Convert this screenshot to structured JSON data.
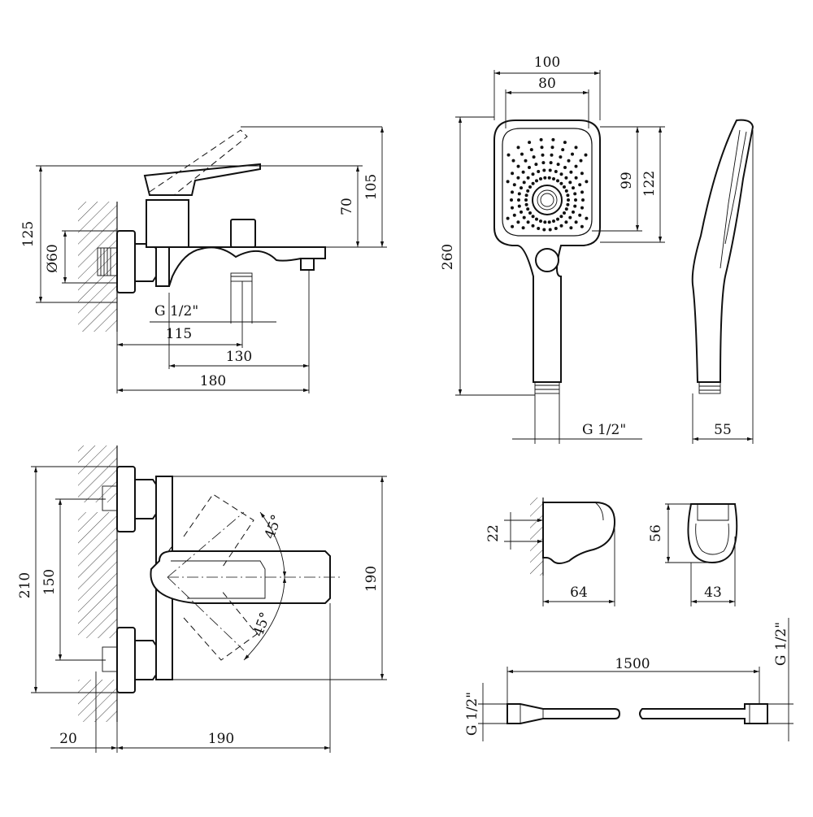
{
  "diagram": {
    "colors": {
      "line": "#111111",
      "background": "#ffffff"
    },
    "mixer_side": {
      "dimensions": [
        "125",
        "Ø60",
        "70",
        "105",
        "G 1/2\"",
        "115",
        "130",
        "180"
      ]
    },
    "hand_shower": {
      "dimensions": [
        "100",
        "80",
        "260",
        "99",
        "122",
        "G 1/2\""
      ]
    },
    "hand_shower_side": {
      "dimensions": [
        "55"
      ]
    },
    "mixer_top": {
      "dimensions": [
        "210",
        "150",
        "190",
        "45°",
        "45°",
        "20",
        "190"
      ]
    },
    "holder_side": {
      "dimensions": [
        "22",
        "64"
      ]
    },
    "holder_front": {
      "dimensions": [
        "56",
        "43"
      ]
    },
    "hose": {
      "dimensions": [
        "1500",
        "G 1/2\"",
        "G 1/2\""
      ]
    }
  }
}
